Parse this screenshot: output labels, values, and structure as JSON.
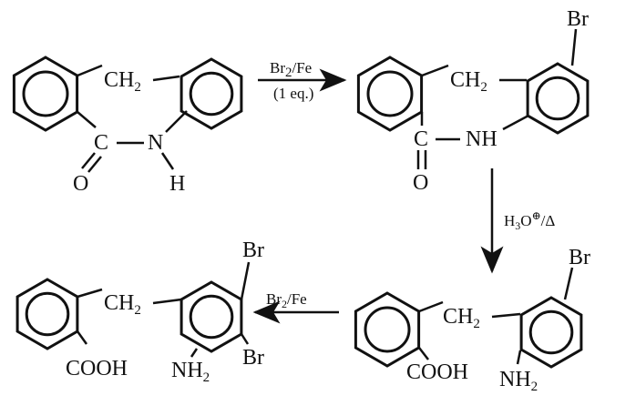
{
  "reaction_1": {
    "reactant": {
      "ch2": "CH",
      "ch2_sub": "2",
      "carbon": "C",
      "nitrogen": "N",
      "oxygen": "O",
      "hydrogen": "H"
    },
    "reagent": {
      "line1": "Br",
      "line1_sub": "2",
      "line1_rest": "/Fe",
      "line2": "(1 eq.)"
    },
    "product": {
      "bromo": "Br",
      "ch2": "CH",
      "ch2_sub": "2",
      "carbon": "C",
      "nh": "NH",
      "oxygen": "O"
    }
  },
  "reaction_2": {
    "reagent": {
      "h": "H",
      "h_sub": "3",
      "o": "O",
      "charge": "⊕",
      "rest": "/Δ"
    },
    "product": {
      "bromo": "Br",
      "ch2": "CH",
      "ch2_sub": "2",
      "acid": "COOH",
      "amine": "NH",
      "amine_sub": "2"
    }
  },
  "reaction_3": {
    "reagent": {
      "line1": "Br",
      "line1_sub": "2",
      "line1_rest": "/Fe"
    },
    "product": {
      "bromo_top": "Br",
      "bromo_bottom": "Br",
      "ch2": "CH",
      "ch2_sub": "2",
      "acid": "COOH",
      "amine": "NH",
      "amine_sub": "2"
    }
  }
}
